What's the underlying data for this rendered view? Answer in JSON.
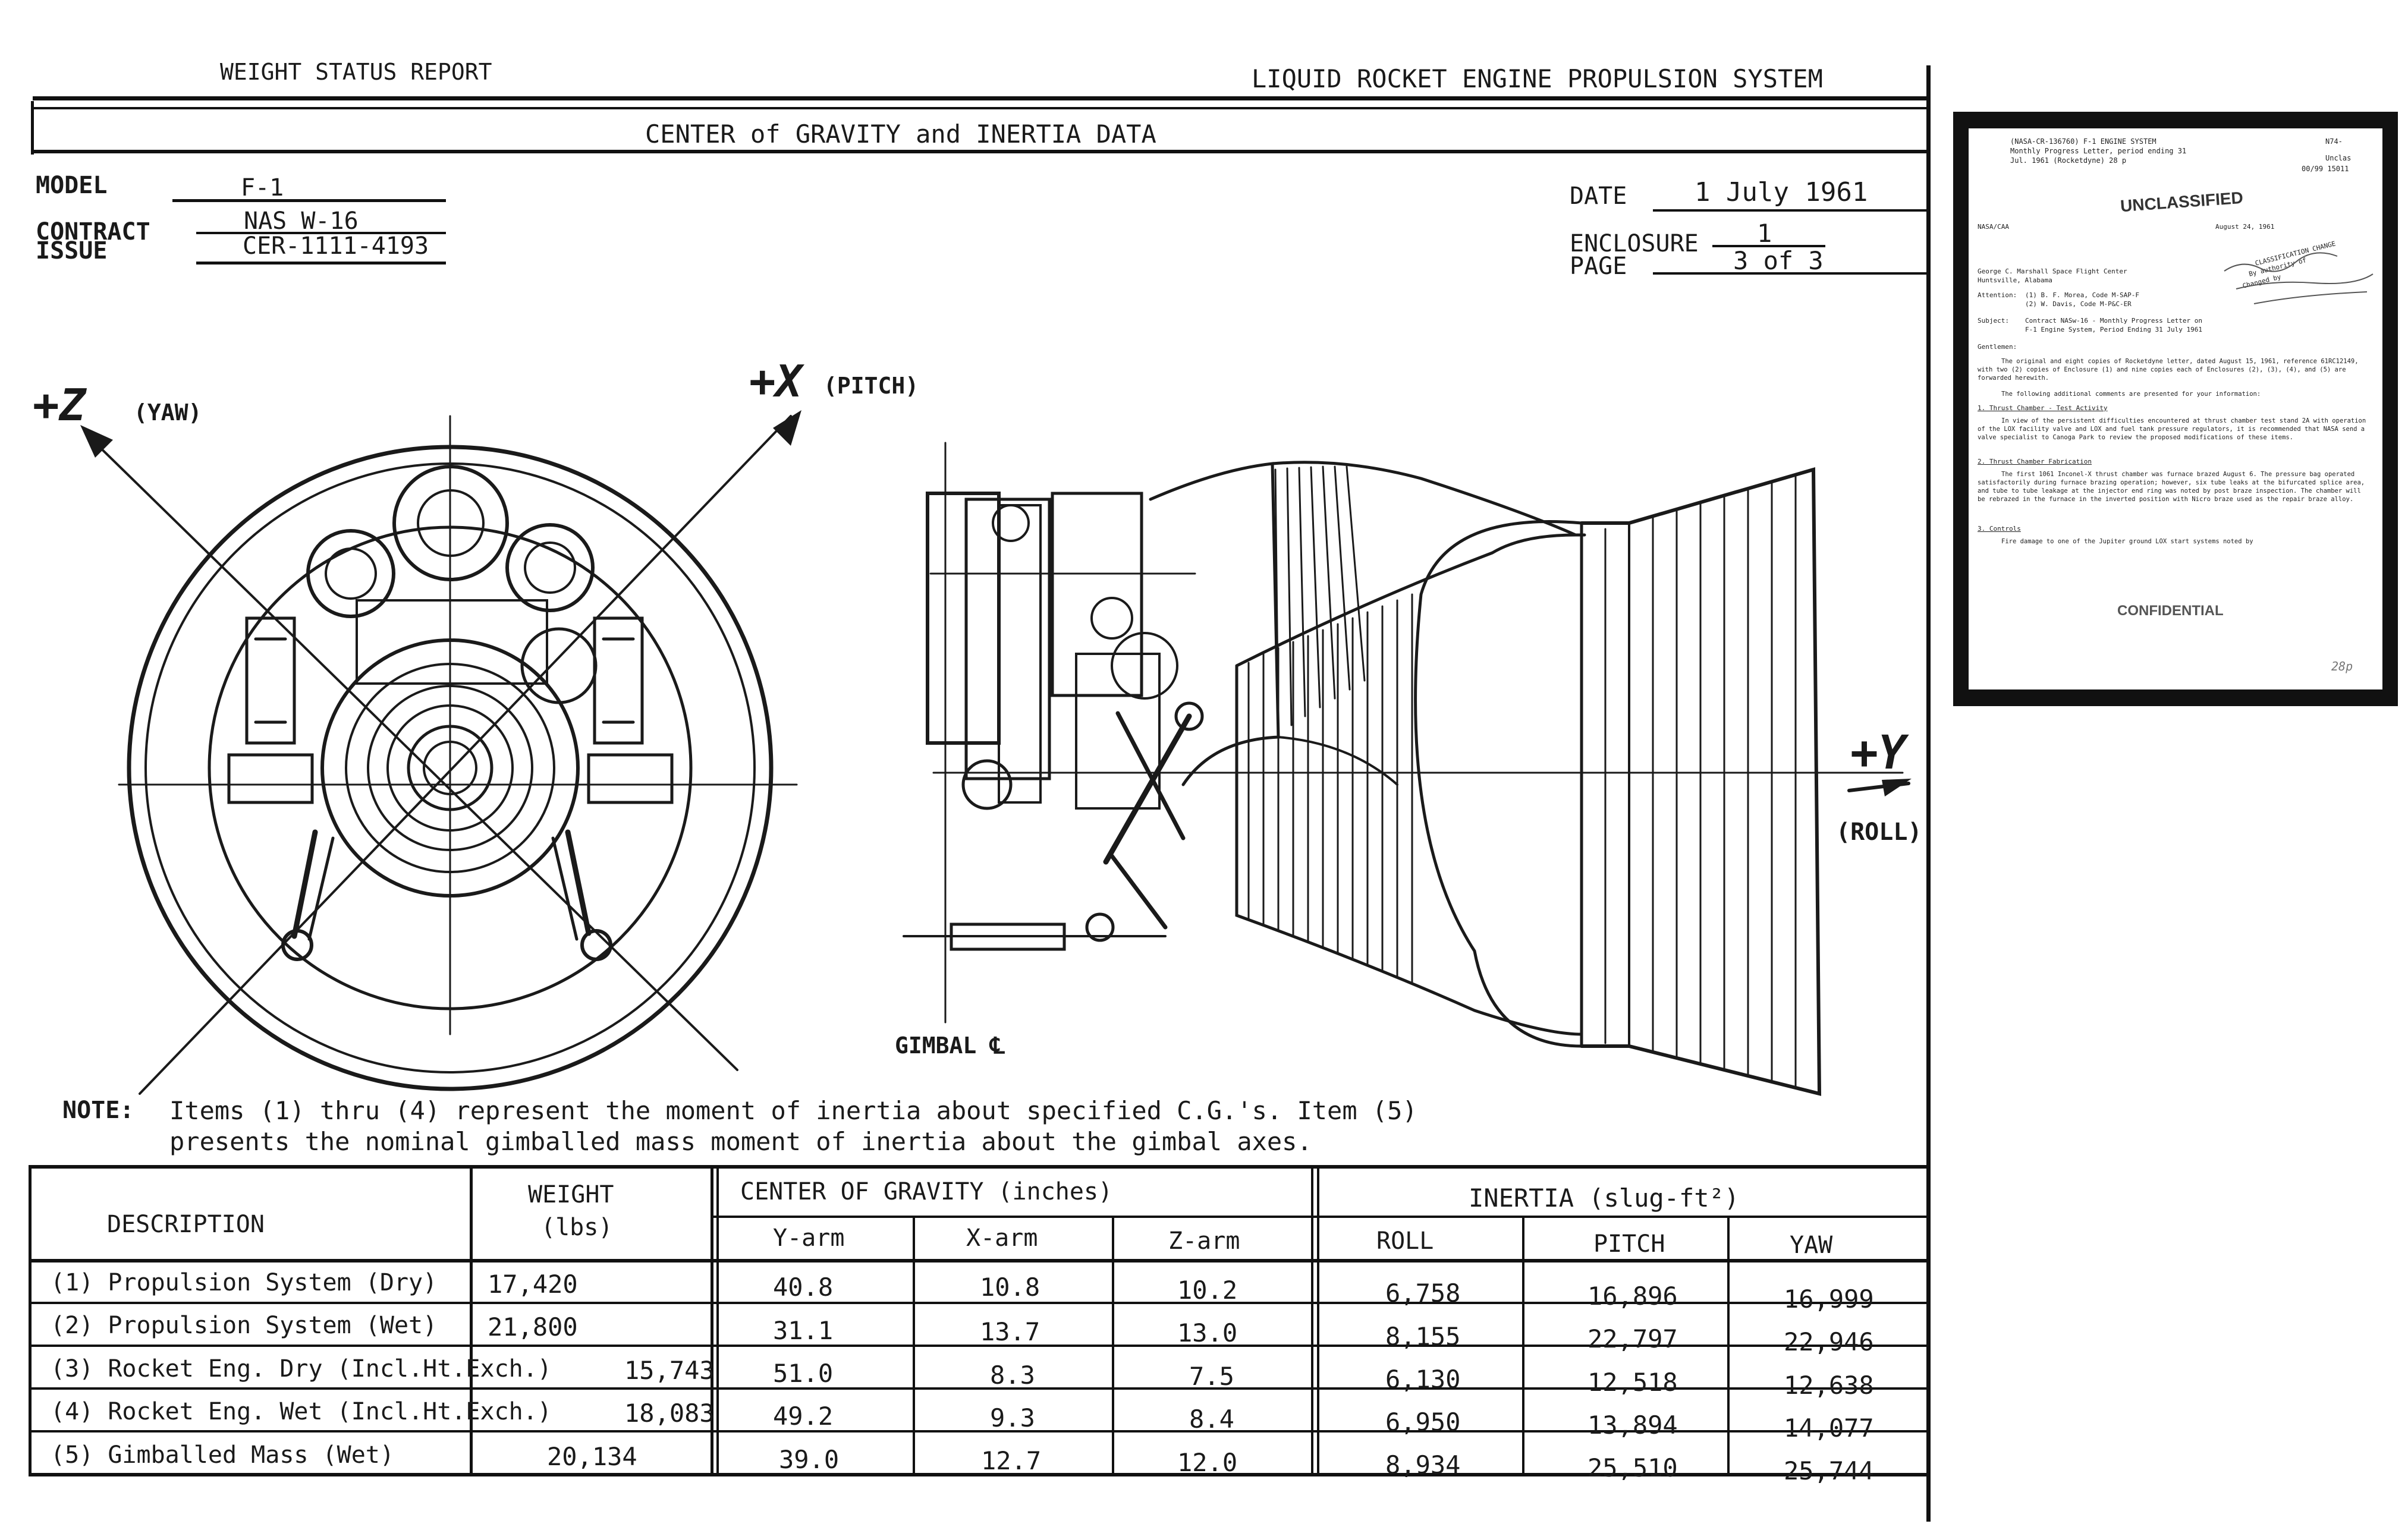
{
  "header": {
    "left_title": "WEIGHT STATUS REPORT",
    "right_title": "LIQUID ROCKET ENGINE PROPULSION SYSTEM",
    "section_title": "CENTER of GRAVITY and INERTIA DATA"
  },
  "meta": {
    "model_label": "MODEL",
    "model_value": "F-1",
    "contract_label": "CONTRACT",
    "contract_value": "NAS W-16",
    "issue_label": "ISSUE",
    "issue_value": "CER-1111-4193",
    "date_label": "DATE",
    "date_value": "1 July 1961",
    "enclosure_label": "ENCLOSURE",
    "enclosure_value": "1",
    "page_label": "PAGE",
    "page_value": "3 of 3"
  },
  "axes": {
    "z_label": "+Z",
    "z_sub": "(YAW)",
    "x_label": "+X",
    "x_sub": "(PITCH)",
    "y_label": "+Y",
    "y_sub": "(ROLL)",
    "gimbal_label": "GIMBAL ℄"
  },
  "note": {
    "label": "NOTE:",
    "line1": "Items (1) thru (4) represent the moment of inertia about specified C.G.'s.  Item (5)",
    "line2": "presents the nominal gimballed mass moment of inertia about the gimbal axes."
  },
  "table": {
    "headers": {
      "description": "DESCRIPTION",
      "weight": "WEIGHT",
      "weight_unit": "(lbs)",
      "cg": "CENTER OF GRAVITY (inches)",
      "inertia": "INERTIA  (slug-ft²)",
      "y_arm": "Y-arm",
      "x_arm": "X-arm",
      "z_arm": "Z-arm",
      "roll": "ROLL",
      "pitch": "PITCH",
      "yaw": "YAW"
    },
    "rows": [
      {
        "desc": "(1) Propulsion System (Dry)",
        "weight": "17,420",
        "y": "40.8",
        "x": "10.8",
        "z": "10.2",
        "roll": "6,758",
        "pitch": "16,896",
        "yaw": "16,999"
      },
      {
        "desc": "(2) Propulsion System (Wet)",
        "weight": "21,800",
        "y": "31.1",
        "x": "13.7",
        "z": "13.0",
        "roll": "8,155",
        "pitch": "22,797",
        "yaw": "22,946"
      },
      {
        "desc": "(3) Rocket Eng. Dry (Incl.Ht.Exch.)",
        "weight": "15,743",
        "y": "51.0",
        "x": "8.3",
        "z": "7.5",
        "roll": "6,130",
        "pitch": "12,518",
        "yaw": "12,638"
      },
      {
        "desc": "(4) Rocket Eng. Wet (Incl.Ht.Exch.)",
        "weight": "18,083",
        "y": "49.2",
        "x": "9.3",
        "z": "8.4",
        "roll": "6,950",
        "pitch": "13,894",
        "yaw": "14,077"
      },
      {
        "desc": "(5) Gimballed Mass (Wet)",
        "weight": "20,134",
        "y": "39.0",
        "x": "12.7",
        "z": "12.0",
        "roll": "8,934",
        "pitch": "25,510",
        "yaw": "25,744"
      }
    ]
  },
  "inset": {
    "header_line1": "(NASA-CR-136760)  F-1 ENGINE SYSTEM",
    "header_line2": "Monthly Progress Letter, period ending 31",
    "header_line3": "Jul. 1961 (Rocketdyne)  28 p",
    "header_right1": "N74-",
    "header_right2": "Unclas",
    "header_right3": "00/99  15011",
    "stamp": "UNCLASSIFIED",
    "ref": "NASA/CAA",
    "date": "August 24, 1961",
    "classification_note": "CLASSIFICATION CHANGE",
    "classification_by": "By authority of",
    "classification_changed": "Changed by",
    "addr1": "George C. Marshall Space Flight Center",
    "addr2": "Huntsville, Alabama",
    "attention_label": "Attention:",
    "attention1": "(1)  B. F. Morea, Code M-SAP-F",
    "attention2": "(2)  W. Davis, Code M-P&C-ER",
    "subject_label": "Subject:",
    "subject1": "Contract NASw-16 - Monthly Progress Letter on",
    "subject2": "F-1 Engine System, Period Ending 31 July 1961",
    "salutation": "Gentlemen:",
    "para1": "The original and eight copies of Rocketdyne letter, dated August 15, 1961, reference 61RC12149, with two (2) copies of Enclosure (1) and nine copies each of Enclosures (2), (3), (4), and (5) are forwarded herewith.",
    "para2": "The following additional comments are presented for your information:",
    "item1_title": "1.  Thrust Chamber - Test Activity",
    "item1_text": "In view of the persistent difficulties encountered at thrust chamber test stand 2A with operation of the LOX facility valve and LOX and fuel tank pressure regulators, it is recommended that NASA send a valve specialist to Canoga Park to review the proposed modifications of these items.",
    "item2_title": "2.  Thrust Chamber Fabrication",
    "item2_text": "The first 1061 Inconel-X thrust chamber was furnace brazed August 6. The pressure bag operated satisfactorily during furnace brazing operation; however, six tube leaks at the bifurcated splice area, and tube to tube leakage at the injector end ring was noted by post braze inspection. The chamber will be rebrazed in the furnace in the inverted position with Nicro braze used as the repair braze alloy.",
    "item3_title": "3.  Controls",
    "item3_text": "Fire damage to one of the Jupiter ground LOX start systems noted by",
    "confidential": "CONFIDENTIAL",
    "page_mark": "28p"
  }
}
